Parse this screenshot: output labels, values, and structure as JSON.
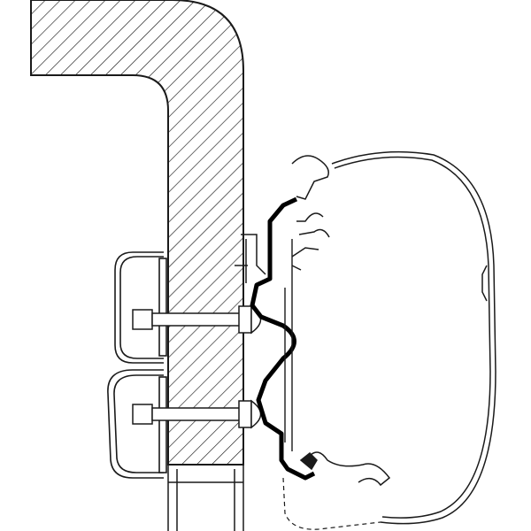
{
  "colors": {
    "background": "#ffffff",
    "line": "#1a1a1a",
    "profile": "#000000"
  },
  "diagram": {
    "components": [
      "wall-section",
      "mounting-plate-upper",
      "mounting-plate-lower",
      "bolt-upper",
      "bolt-lower",
      "adapter-profile",
      "awning-cassette"
    ]
  }
}
